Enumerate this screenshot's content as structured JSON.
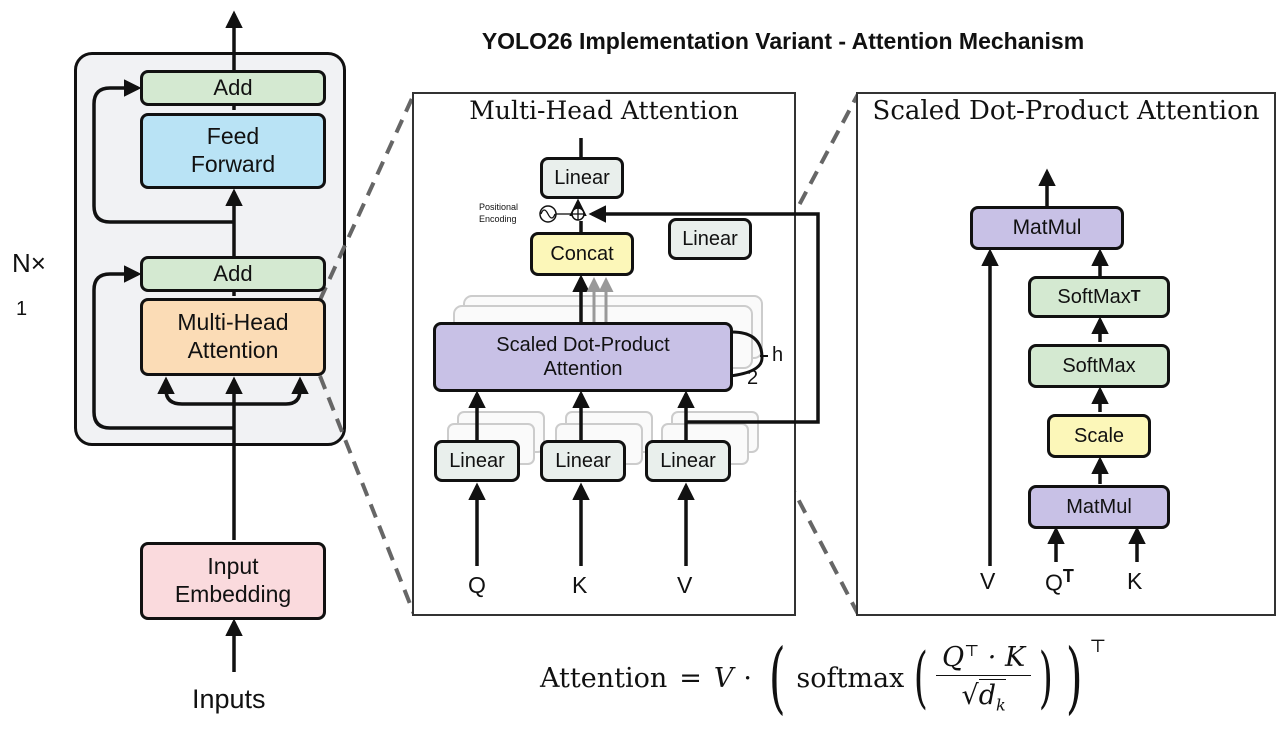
{
  "title": "YOLO26 Implementation Variant - Attention Mechanism",
  "encoder": {
    "add_top": "Add",
    "ff_line1": "Feed",
    "ff_line2": "Forward",
    "add_bottom": "Add",
    "mha_line1": "Multi-Head",
    "mha_line2": "Attention",
    "nx": "N×",
    "nx_count": "1",
    "embed_line1": "Input",
    "embed_line2": "Embedding",
    "inputs": "Inputs"
  },
  "mha_panel": {
    "title": "Multi-Head Attention",
    "linear_top": "Linear",
    "linear_side": "Linear",
    "pos_enc_line1": "Positional",
    "pos_enc_line2": "Encoding",
    "concat": "Concat",
    "sdpa_line1": "Scaled Dot-Product",
    "sdpa_line2": "Attention",
    "h": "h",
    "two": "2",
    "linear_q": "Linear",
    "linear_k": "Linear",
    "linear_v": "Linear",
    "q": "Q",
    "k": "K",
    "v": "V"
  },
  "sdpa_panel": {
    "title": "Scaled Dot-Product Attention",
    "matmul_top": "MatMul",
    "softmax_t": "SoftMax",
    "softmax_t_sup": "T",
    "softmax": "SoftMax",
    "scale": "Scale",
    "matmul_bottom": "MatMul",
    "v": "V",
    "q": "Q",
    "q_sup": "T",
    "k": "K"
  },
  "formula": {
    "lhs": "Attention",
    "eq": "=",
    "v": "V",
    "dot": "·",
    "softmax": "softmax",
    "numer": "Q",
    "numer_sup": "⊤",
    "numer_rest": " · K",
    "denom": "d",
    "denom_sub": "k",
    "outer_sup": "⊤"
  },
  "colors": {
    "add": "#d4e9d1",
    "feed_forward": "#b9e3f5",
    "multi_head": "#fbdcb6",
    "embedding": "#fadadd",
    "linear": "#e9efec",
    "concat_scale": "#fcf7b9",
    "matmul_sdpa": "#c8c1e6"
  }
}
